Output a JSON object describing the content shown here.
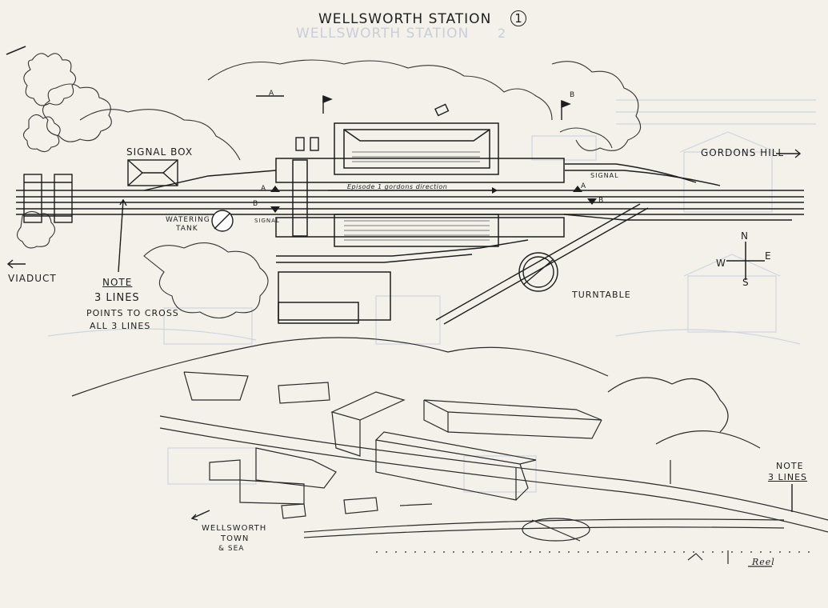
{
  "title": "WELLSWORTH STATION",
  "sheet_number": "1",
  "ghost_title": "WELLSWORTH STATION",
  "ghost_sheet_number": "2",
  "labels": {
    "signal_box": "SIGNAL BOX",
    "watering_tank_1": "WATERING",
    "watering_tank_2": "TANK",
    "signal_left": "SIGNAL",
    "signal_right": "SIGNAL",
    "gordons_hill": "GORDONS HILL",
    "viaduct": "VIADUCT",
    "turntable": "TURNTABLE",
    "note_title": "NOTE",
    "note_line1": "3 LINES",
    "note_line2": "POINTS TO CROSS",
    "note_line3": "ALL 3 LINES",
    "note2_title": "NOTE",
    "note2_line1": "3 LINES",
    "direction_text": "Episode 1 gordons direction",
    "marker_a_top": "A",
    "marker_b_top": "B",
    "marker_a_left": "A",
    "marker_b_left": "B",
    "marker_a_right": "A",
    "marker_b_right": "B",
    "town_line1": "WELLSWORTH",
    "town_line2": "TOWN",
    "town_line3": "& SEA",
    "signature": "Reel"
  },
  "compass": {
    "n": "N",
    "s": "S",
    "e": "E",
    "w": "W"
  },
  "icons": [
    "signal-flag-icon",
    "arrow-left-icon",
    "arrow-right-icon",
    "compass-rose-icon",
    "turntable-icon"
  ]
}
